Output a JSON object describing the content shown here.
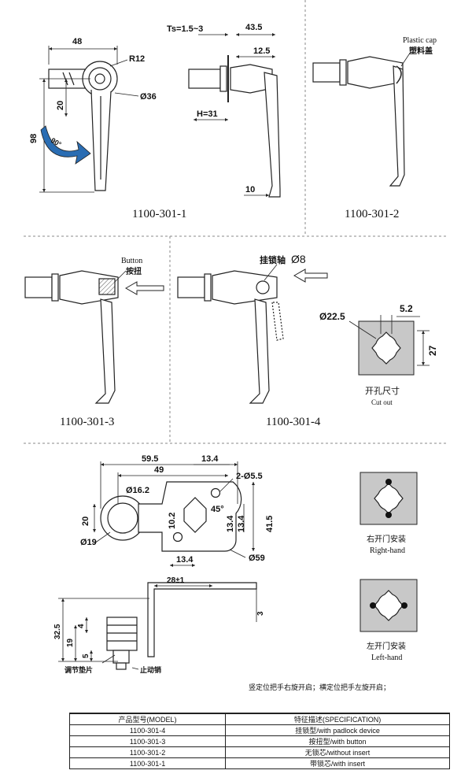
{
  "panel1": {
    "model": "1100-301-1",
    "dims": {
      "width": "48",
      "radius": "R12",
      "diameter": "Ø36",
      "height": "98",
      "offset": "20",
      "angle": "90°"
    }
  },
  "panel2": {
    "model": "1100-301-2",
    "dims": {
      "ts": "Ts=1.5~3",
      "depth": "43.5",
      "shaft": "12.5",
      "h": "H=31",
      "tip": "10"
    },
    "cap_en": "Plastic cap",
    "cap_cn": "塑料盖"
  },
  "panel3": {
    "model": "1100-301-3",
    "button_en": "Button",
    "button_cn": "按扭"
  },
  "panel4": {
    "model": "1100-301-4",
    "padlock_cn": "挂锁轴",
    "padlock_dia": "Ø8",
    "cutout": {
      "dia": "Ø22.5",
      "w": "5.2",
      "h": "27",
      "cn": "开孔尺寸",
      "en": "Cut out"
    }
  },
  "panel5": {
    "dims": {
      "d595": "59.5",
      "d134a": "13.4",
      "d49": "49",
      "d162": "Ø16.2",
      "d55": "2-Ø5.5",
      "d20": "20",
      "d102": "10.2",
      "d45": "45°",
      "d134b": "13.4",
      "d134c": "13.4",
      "d415": "41.5",
      "d19": "Ø19",
      "d59": "Ø59",
      "d134d": "13.4"
    },
    "side": {
      "d281": "28±1",
      "d3": "3",
      "d325": "32.5",
      "d19": "19",
      "d4": "4",
      "d5": "5",
      "washer": "调节垫片",
      "stop": "止动销"
    },
    "right_cn": "右开门安装",
    "right_en": "Right-hand",
    "left_cn": "左开门安装",
    "left_en": "Left-hand",
    "note": "竖定位把手右旋开启；横定位把手左旋开启；"
  },
  "table": {
    "headers": [
      "产品型号(MODEL)",
      "特征描述(SPECIFICATION)"
    ],
    "rows": [
      [
        "1100-301-4",
        "挂锁型/with padlock device"
      ],
      [
        "1100-301-3",
        "按扭型/with button"
      ],
      [
        "1100-301-2",
        "无锁芯/without insert"
      ],
      [
        "1100-301-1",
        "带锁芯/with insert"
      ]
    ]
  },
  "colors": {
    "line": "#222222",
    "cutout_fill": "#c8c8c8",
    "arrow_fill": "#2a6db3"
  }
}
